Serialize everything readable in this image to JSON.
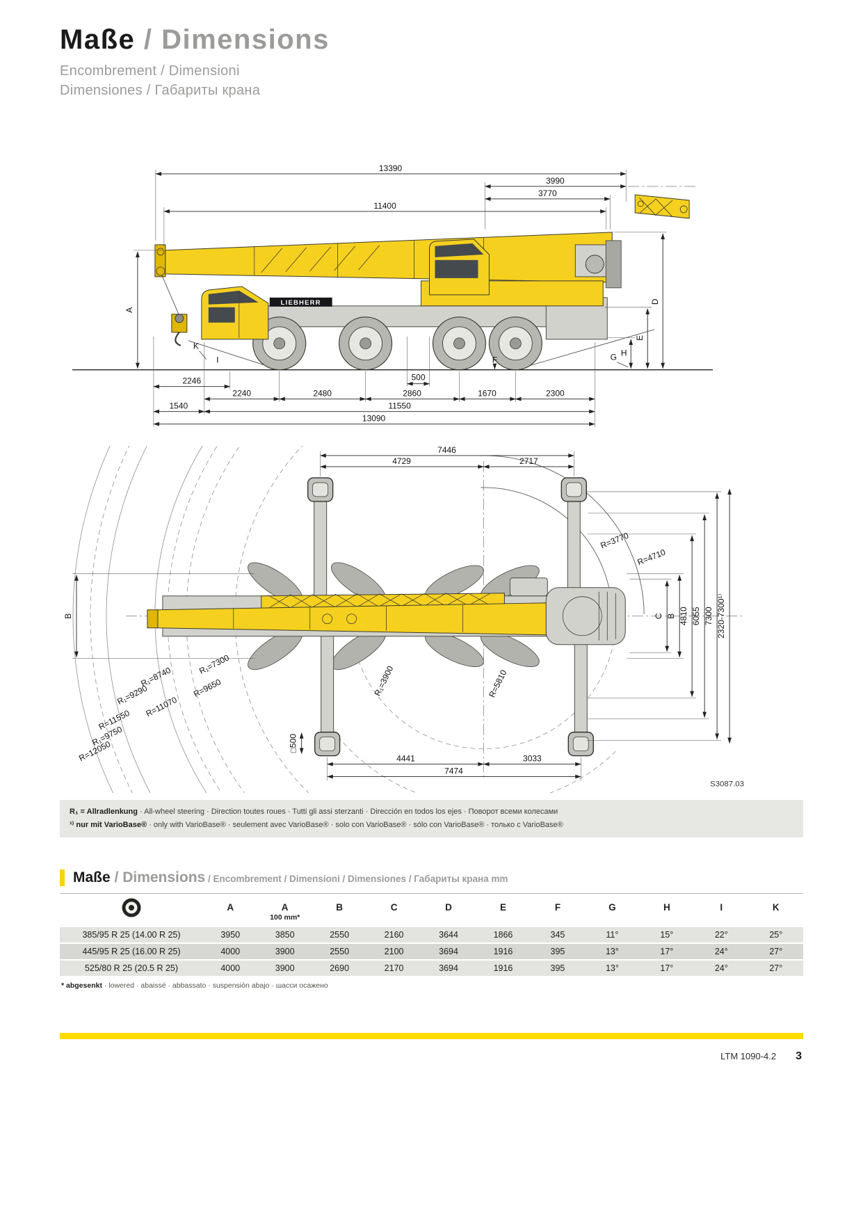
{
  "colors": {
    "brand_yellow": "#fcdc00",
    "crane_yellow": "#f5d01e",
    "chassis_gray": "#d2d2cd",
    "title_gray": "#9b9b99",
    "notes_bg": "#e7e7e4",
    "row_light": "#e3e3e0",
    "row_dark": "#d7d7d3"
  },
  "header": {
    "title_black": "Maße",
    "title_sep": " / ",
    "title_gray": "Dimensions",
    "subtitle1": "Encombrement / Dimensioni",
    "subtitle2": "Dimensiones / Габариты крана"
  },
  "side": {
    "d13390": "13390",
    "d3990": "3990",
    "d3770": "3770",
    "d11400": "11400",
    "d2246": "2246",
    "d500": "500",
    "chain": [
      "2240",
      "2480",
      "2860",
      "1670",
      "2300"
    ],
    "d1540": "1540",
    "d11550": "11550",
    "d13090": "13090",
    "A": "A",
    "D": "D",
    "E": "E",
    "F": "F",
    "G": "G",
    "H": "H",
    "I": "I",
    "K": "K",
    "brand": "LIEBHERR"
  },
  "top": {
    "d7446": "7446",
    "d4729": "4729",
    "d2717": "2717",
    "r3770": "R=3770",
    "r4710": "R=4710",
    "left_radii": [
      "R₁=7300",
      "R₁=8740",
      "R=9650",
      "R₁=9290",
      "R=11070",
      "R=11550",
      "R₁=9750",
      "R=12050"
    ],
    "r3900": "R₁=3900",
    "r5810": "R=5810",
    "b_left": "B",
    "right_dims": [
      "C",
      "B",
      "4810",
      "6055",
      "7300",
      "2320-7300¹⁾"
    ],
    "sq500": "□500",
    "d4441": "4441",
    "d3033": "3033",
    "d7474": "7474",
    "code": "S3087.03"
  },
  "notes": {
    "line1_lead": "R₁ = Allradlenkung",
    "line1_rest": " · All-wheel steering · Direction toutes roues · Tutti gli assi sterzanti · Dirección en todos los ejes · Поворот всеми колесами",
    "line2_lead": "¹⁾ nur mit VarioBase®",
    "line2_rest": " · only with VarioBase® · seulement avec VarioBase® · solo con VarioBase® · sólo con VarioBase® · только с VarioBase®"
  },
  "table": {
    "title_black": "Maße",
    "title_gray": " / Dimensions",
    "title_rest": " / Encombrement / Dimensioni / Dimensiones / Габариты крана mm",
    "tire_icon": "tire-icon",
    "headers": [
      "A",
      "A",
      "B",
      "C",
      "D",
      "E",
      "F",
      "G",
      "H",
      "I",
      "K"
    ],
    "header_sub": "100 mm*",
    "rows": [
      {
        "tire": "385/95 R 25 (14.00 R 25)",
        "values": [
          "3950",
          "3850",
          "2550",
          "2160",
          "3644",
          "1866",
          "345",
          "11°",
          "15°",
          "22°",
          "25°"
        ]
      },
      {
        "tire": "445/95 R 25 (16.00 R 25)",
        "values": [
          "4000",
          "3900",
          "2550",
          "2100",
          "3694",
          "1916",
          "395",
          "13°",
          "17°",
          "24°",
          "27°"
        ]
      },
      {
        "tire": "525/80 R 25 (20.5 R 25)",
        "values": [
          "4000",
          "3900",
          "2690",
          "2170",
          "3694",
          "1916",
          "395",
          "13°",
          "17°",
          "24°",
          "27°"
        ]
      }
    ],
    "footnote_lead": "* abgesenkt",
    "footnote_rest": " · lowered · abaissé · abbassato · suspensión abajo · шасси осажено"
  },
  "footer": {
    "model": "LTM 1090-4.2",
    "page": "3"
  }
}
